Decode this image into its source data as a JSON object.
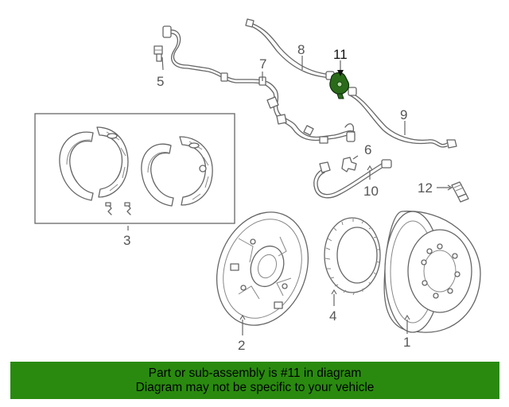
{
  "callouts": {
    "c1": "1",
    "c2": "2",
    "c3": "3",
    "c4": "4",
    "c5": "5",
    "c6": "6",
    "c7": "7",
    "c8": "8",
    "c9": "9",
    "c10": "10",
    "c11": "11",
    "c12": "12"
  },
  "highlight_part": "11",
  "highlight_color": "#2a6b1a",
  "banner": {
    "line1": "Part or sub-assembly is #11 in diagram",
    "line2": "Diagram may not be specific to your vehicle",
    "background": "#2a8a0f"
  }
}
